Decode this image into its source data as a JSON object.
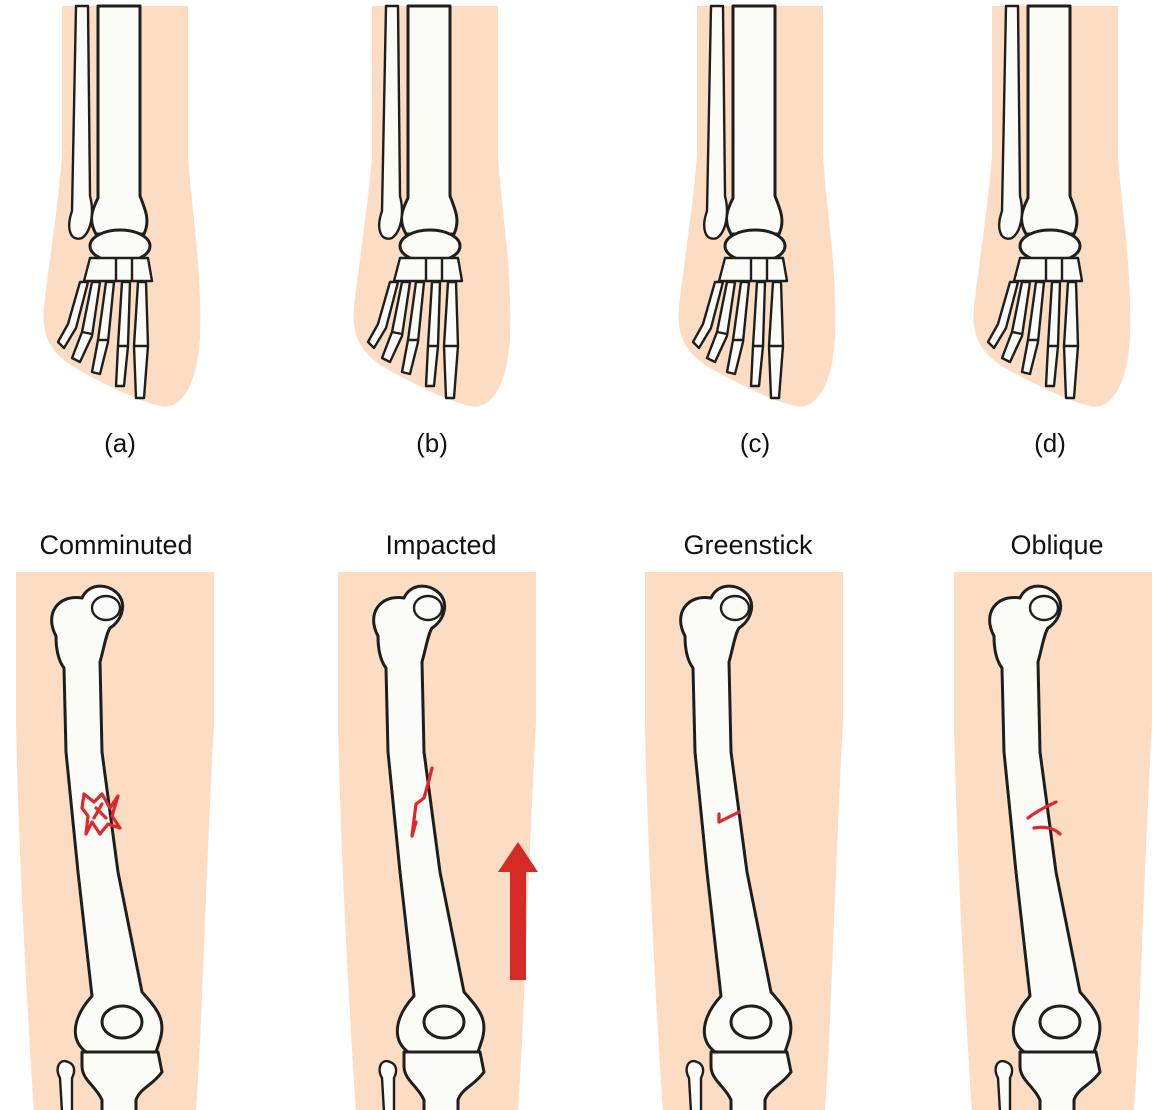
{
  "colors": {
    "skin": "#fcdcc2",
    "fracture": "#e0262a",
    "arrow": "#d62a26",
    "bone": "#fbfbf8",
    "outline": "#1e1e1e"
  },
  "feet": [
    {
      "caption": "(a)"
    },
    {
      "caption": "(b)"
    },
    {
      "caption": "(c)"
    },
    {
      "caption": "(d)"
    }
  ],
  "legs": [
    {
      "title": "Comminuted",
      "fracture_icon": "comminuted-fracture-icon"
    },
    {
      "title": "Impacted",
      "fracture_icon": "impacted-fracture-icon",
      "arrow_icon": "upward-arrow-icon"
    },
    {
      "title": "Greenstick",
      "fracture_icon": "greenstick-fracture-icon"
    },
    {
      "title": "Oblique",
      "fracture_icon": "oblique-fracture-icon"
    }
  ]
}
